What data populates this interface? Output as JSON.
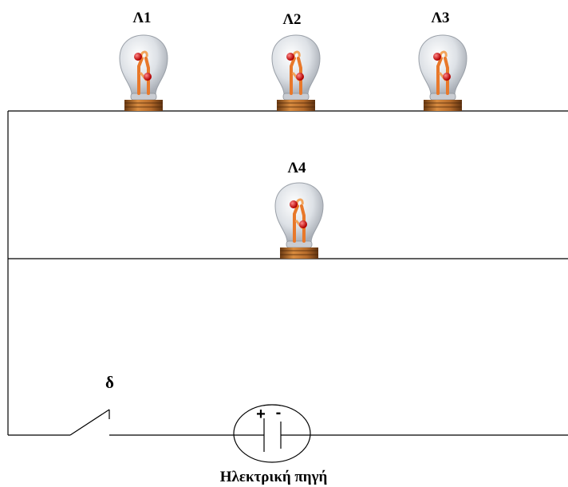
{
  "bulbs": [
    {
      "label": "Λ1"
    },
    {
      "label": "Λ2"
    },
    {
      "label": "Λ3"
    },
    {
      "label": "Λ4"
    }
  ],
  "switch": {
    "label": "δ"
  },
  "source": {
    "label": "Ηλεκτρική πηγή",
    "plus": "+",
    "minus": "-"
  },
  "colors": {
    "wire": "#000000",
    "glass": "#d9dde3",
    "filament": "#e8782a",
    "electrode": "#cc1f1f",
    "base": "#a9652a"
  }
}
